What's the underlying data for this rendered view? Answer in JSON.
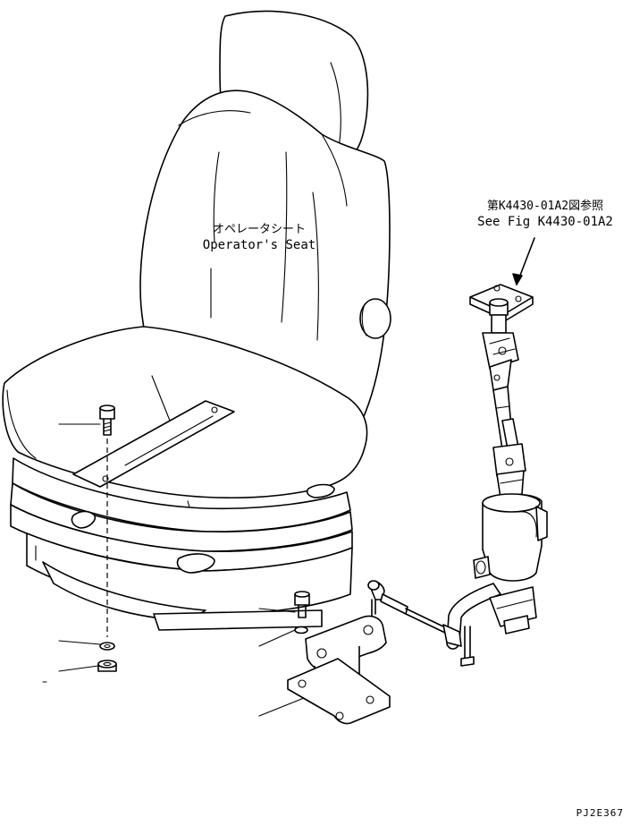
{
  "labels": {
    "seat_jp": "オペレータシート",
    "seat_en": "Operator's Seat",
    "ref_jp": "第K4430-01A2図参照",
    "ref_en": "See Fig K4430-01A2",
    "code": "PJ2E367"
  }
}
